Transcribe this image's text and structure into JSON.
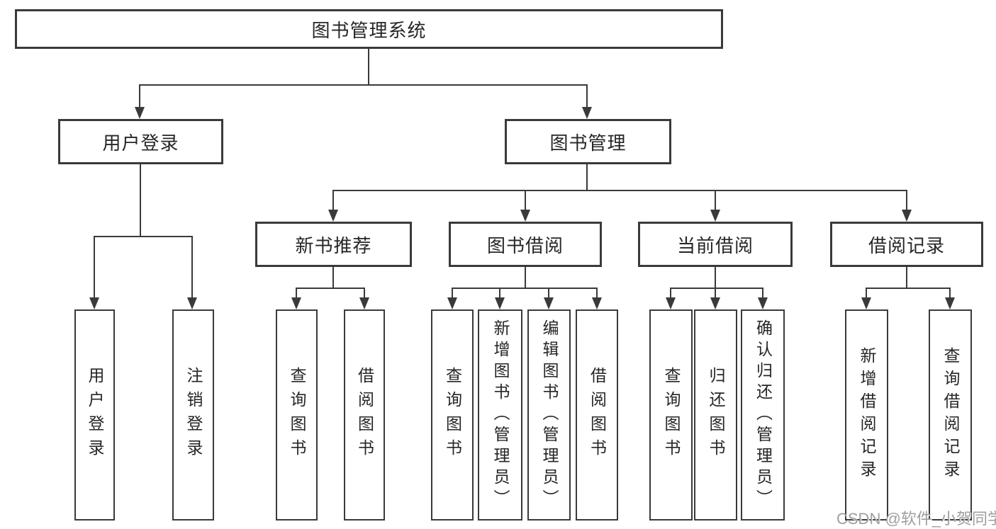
{
  "diagram": {
    "root": {
      "label": "图书管理系统",
      "children": [
        {
          "label": "用户登录",
          "children": [
            {
              "label": "用户登录"
            },
            {
              "label": "注销登录"
            }
          ]
        },
        {
          "label": "图书管理",
          "children": [
            {
              "label": "新书推荐",
              "children": [
                {
                  "label": "查询图书"
                },
                {
                  "label": "借阅图书"
                }
              ]
            },
            {
              "label": "图书借阅",
              "children": [
                {
                  "label": "查询图书"
                },
                {
                  "label": "新增图书（管理员）"
                },
                {
                  "label": "编辑图书（管理员）"
                },
                {
                  "label": "借阅图书"
                }
              ]
            },
            {
              "label": "当前借阅",
              "children": [
                {
                  "label": "查询图书"
                },
                {
                  "label": "归还图书"
                },
                {
                  "label": "确认归还（管理员）"
                }
              ]
            },
            {
              "label": "借阅记录",
              "children": [
                {
                  "label": "新增借阅记录"
                },
                {
                  "label": "查询借阅记录"
                }
              ]
            }
          ]
        }
      ]
    }
  },
  "watermark": {
    "text": "CSDN @软件_小贺同学"
  },
  "colors": {
    "line": "#3a3a3a",
    "text": "#262626",
    "background": "#ffffff",
    "watermark": "#9e9e9e"
  }
}
